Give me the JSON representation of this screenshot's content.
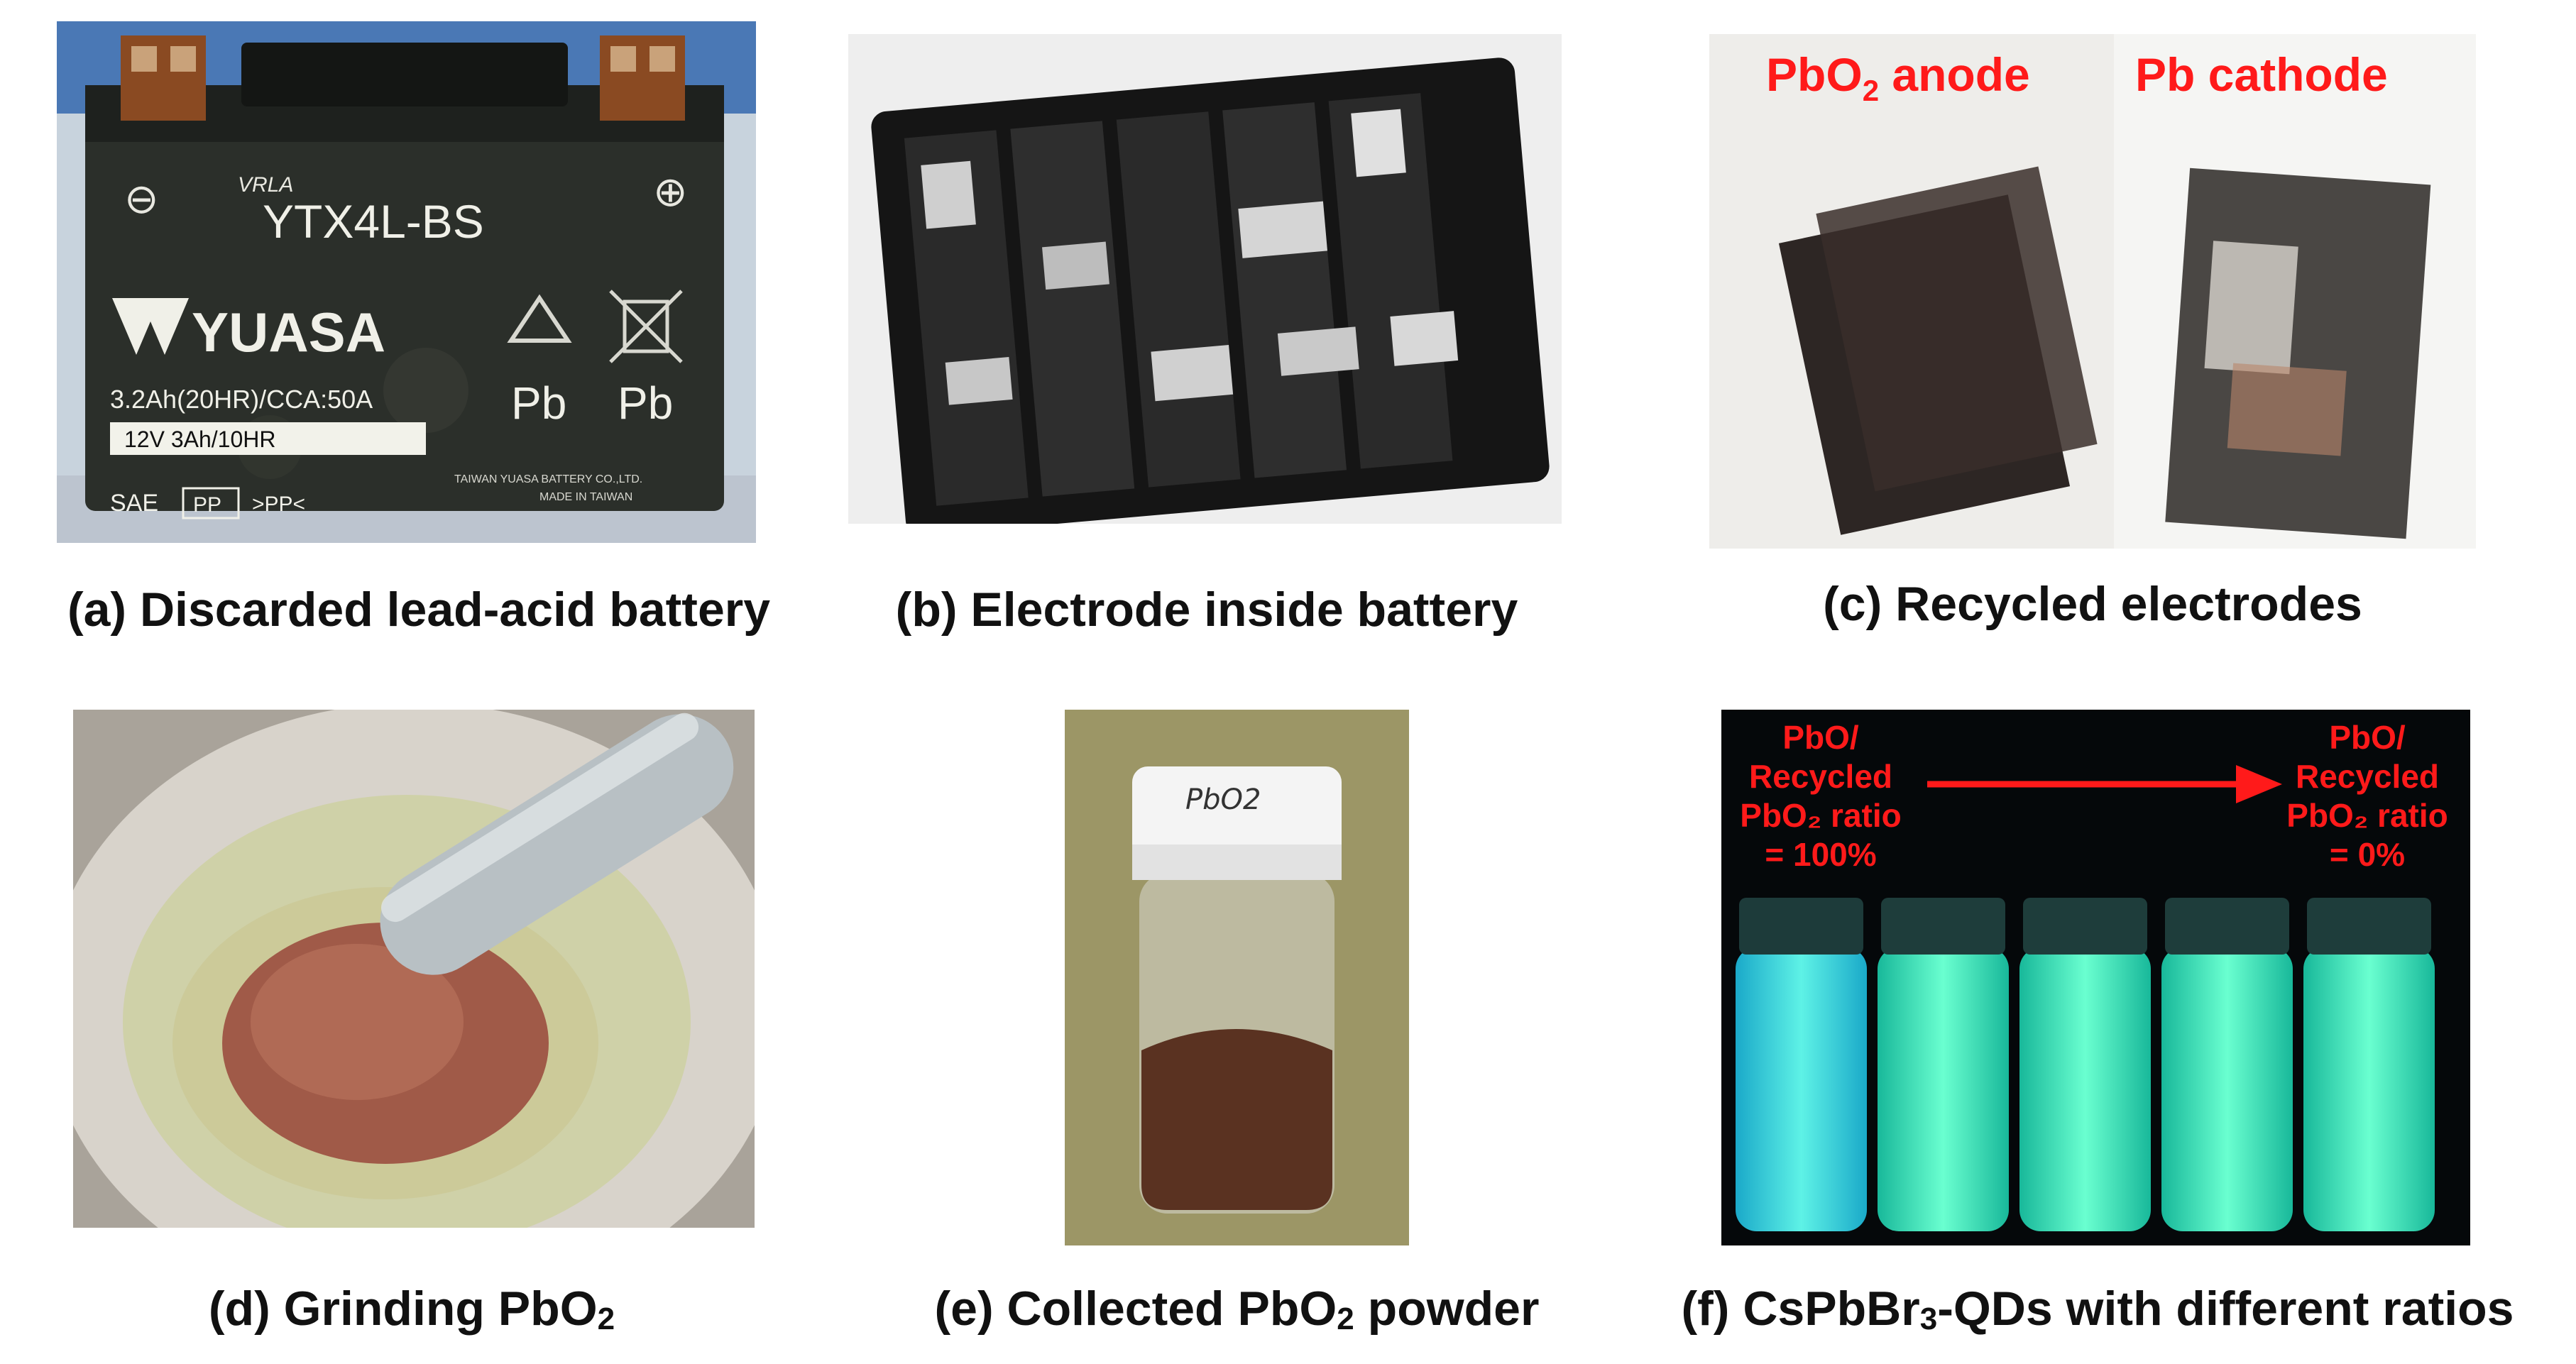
{
  "panels": {
    "a": {
      "caption": "(a) Discarded lead-acid battery",
      "battery_text": {
        "vrla": "VRLA",
        "model": "YTX4L-BS",
        "brand": "YUASA",
        "capacity": "3.2Ah(20HR)/CCA:50A",
        "rating": "12V 3Ah/10HR",
        "sae": "SAE",
        "pp": "PP",
        "ppc": ">PP<",
        "pb_left": "Pb",
        "pb_right": "Pb",
        "maker": "TAIWAN YUASA BATTERY CO.,LTD.",
        "made_in": "MADE IN TAIWAN",
        "minus": "⊖",
        "plus": "⊕"
      }
    },
    "b": {
      "caption": "(b) Electrode inside battery"
    },
    "c": {
      "caption": "(c) Recycled electrodes",
      "label_anode_main": "PbO",
      "label_anode_sub": "2",
      "label_anode_rest": " anode",
      "label_cathode": "Pb cathode"
    },
    "d": {
      "caption_main": "(d) Grinding PbO",
      "caption_sub": "2"
    },
    "e": {
      "caption_main": "(e) Collected PbO",
      "caption_sub": "2",
      "caption_rest": " powder",
      "vial_label": "PbO2"
    },
    "f": {
      "caption_main": "(f) CsPbBr",
      "caption_sub": "3",
      "caption_rest": "-QDs with different ratios",
      "left_label": [
        "PbO/",
        "Recycled",
        "PbO₂ ratio",
        "= 100%"
      ],
      "right_label": [
        "PbO/",
        "Recycled",
        "PbO₂ ratio",
        "= 0%"
      ]
    }
  },
  "colors": {
    "label_red": "#ff1a1a",
    "qd_glow": "#33ffb0",
    "battery_body": "#2b2f2a",
    "powder": "#a05a48"
  }
}
